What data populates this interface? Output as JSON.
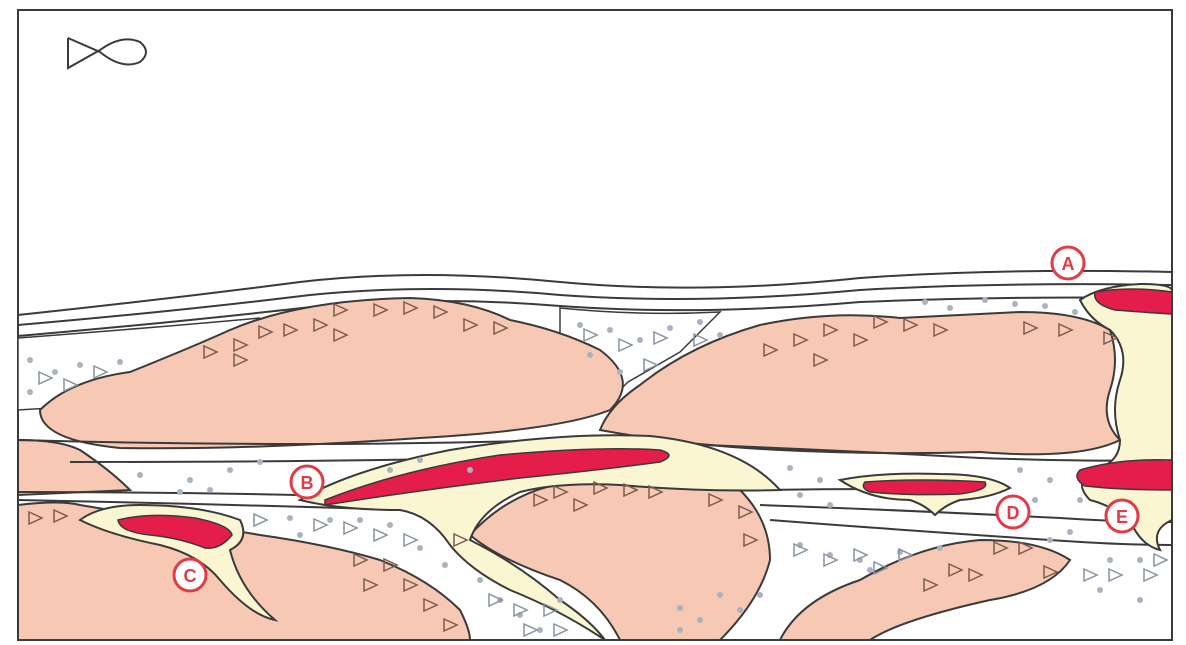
{
  "diagram": {
    "icon": "fish-icon",
    "colors": {
      "background": "#ffffff",
      "frame": "#3a3a3a",
      "sediment_layer_stroke": "#3a3a3a",
      "salt_body_fill": "#f7c9b5",
      "intrusion_fill": "#fbf6d2",
      "hydrocarbon_fill": "#e41d4b",
      "label_circle_stroke": "#e23b45",
      "label_text": "#e23b45",
      "dot_fill": "#a9b3c0",
      "triangle_stroke_salt": "#7c5a4e",
      "triangle_stroke_sand": "#8792a0"
    },
    "labels": {
      "A": "A",
      "B": "B",
      "C": "C",
      "D": "D",
      "E": "E"
    }
  }
}
